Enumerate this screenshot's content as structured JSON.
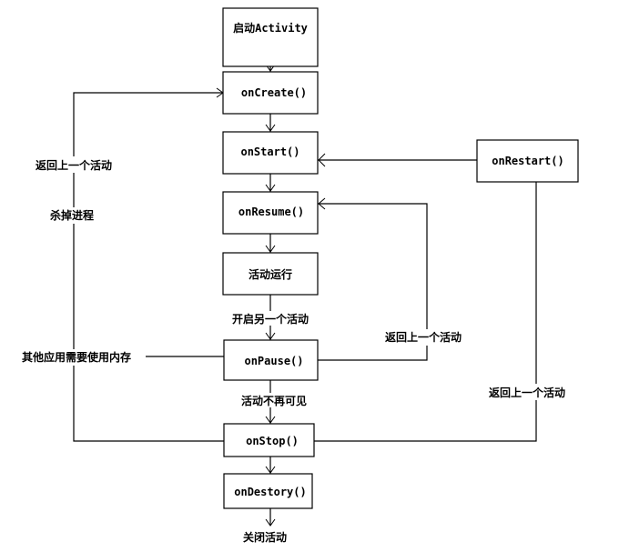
{
  "nodes": {
    "start_activity": "启动Activity",
    "on_create": "onCreate()",
    "on_start": "onStart()",
    "on_resume": "onResume()",
    "running": "活动运行",
    "on_pause": "onPause()",
    "on_stop": "onStop()",
    "on_destroy": "onDestory()",
    "on_restart": "onRestart()"
  },
  "edge_labels": {
    "open_another": "开启另一个活动",
    "not_visible": "活动不再可见",
    "close": "关闭活动",
    "return_left": "返回上一个活动",
    "kill_process": "杀掉进程",
    "memory_needed": "其他应用需要使用内存",
    "return_pause": "返回上一个活动",
    "return_restart": "返回上一个活动"
  }
}
